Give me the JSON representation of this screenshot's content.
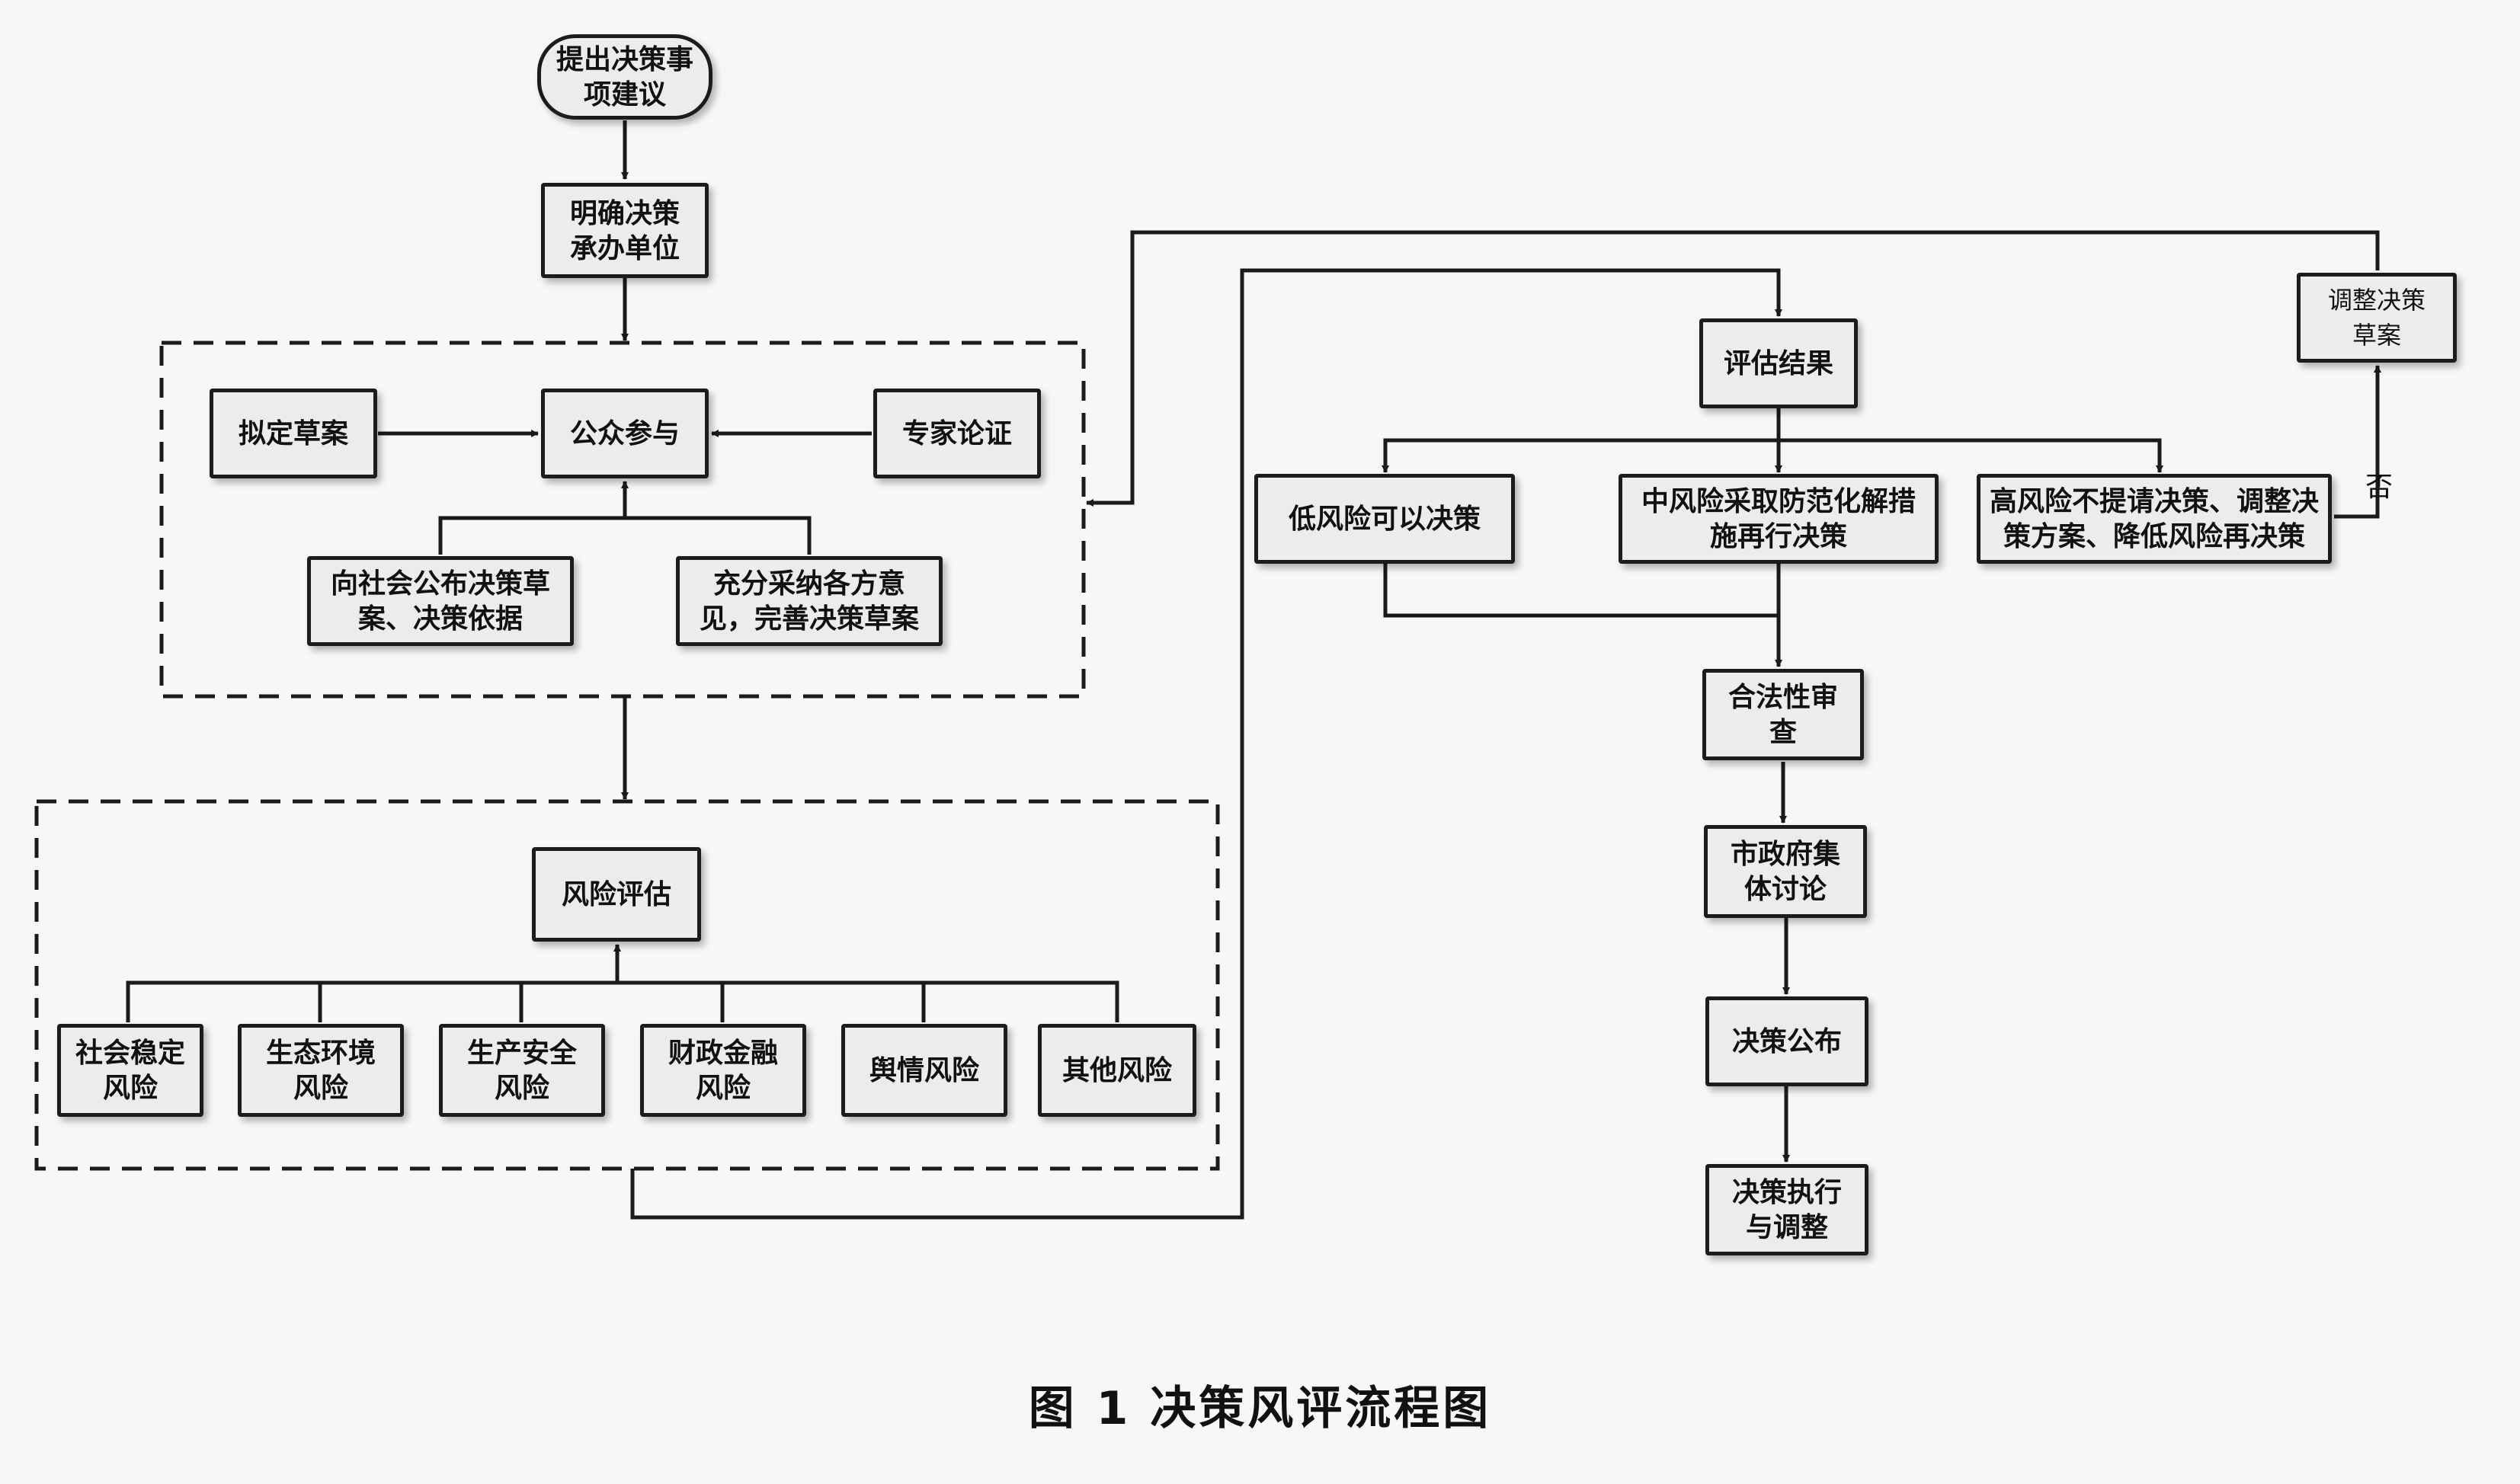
{
  "diagram": {
    "nodes": {
      "propose": "提出决策事\n项建议",
      "clarify": "明确决策\n承办单位",
      "draft": "拟定草案",
      "public": "公众参与",
      "expert": "专家论证",
      "publish_draft": "向社会公布决策草\n案、决策依据",
      "adopt": "充分采纳各方意\n见，完善决策草案",
      "risk_eval": "风险评估",
      "risk_social": "社会稳定\n风险",
      "risk_eco": "生态环境\n风险",
      "risk_safety": "生产安全\n风险",
      "risk_finance": "财政金融\n风险",
      "risk_opinion": "舆情风险",
      "risk_other": "其他风险",
      "result": "评估结果",
      "low": "低风险可以决策",
      "mid": "中风险采取防范化解措\n施再行决策",
      "high": "高风险不提请决策、调整决\n策方案、降低风险再决策",
      "adjust": "调整决策\n草案",
      "legal": "合法性审\n查",
      "gov": "市政府集\n体讨论",
      "announce": "决策公布",
      "execute": "决策执行\n与调整"
    },
    "edge_labels": {
      "no": "否"
    }
  },
  "caption": "图 1   决策风评流程图"
}
